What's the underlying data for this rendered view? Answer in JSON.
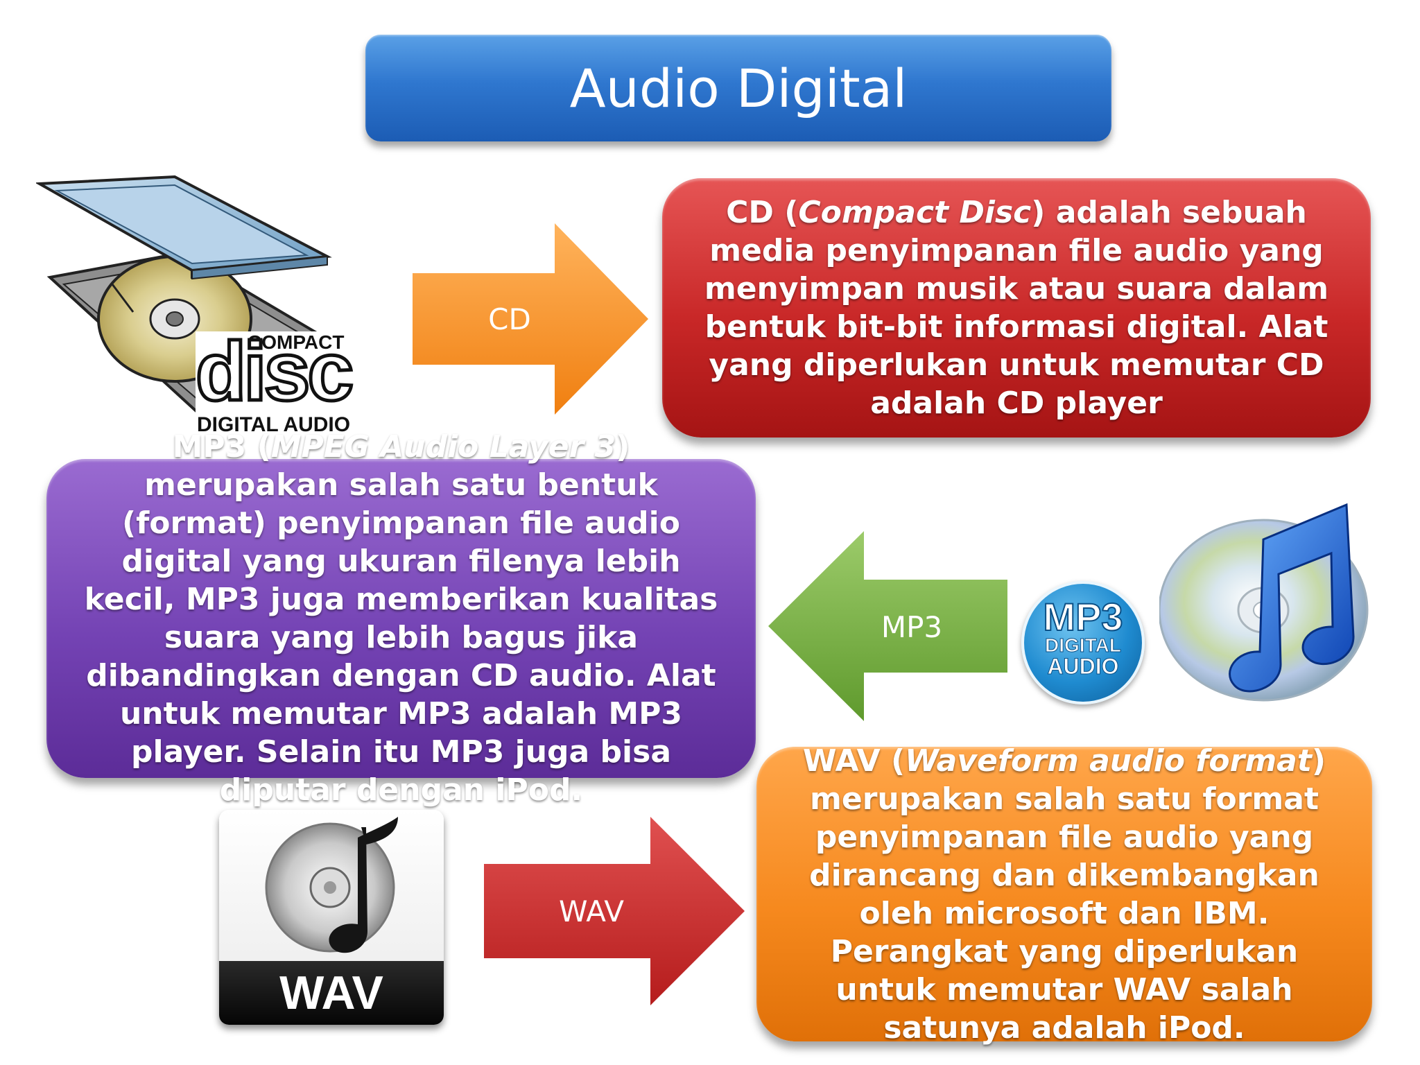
{
  "title": "Audio Digital",
  "cd": {
    "arrow_label": "CD",
    "desc_part1": "CD (",
    "desc_italic": "Compact Disc",
    "desc_part2": ") adalah sebuah media penyimpanan file audio yang menyimpan musik atau suara dalam bentuk bit-bit informasi digital. Alat yang diperlukan untuk memutar CD adalah CD player",
    "logo_top": "COMPACT",
    "logo_main": "disc",
    "logo_bottom": "DIGITAL AUDIO",
    "icon": "compact-disc-case-icon"
  },
  "mp3": {
    "arrow_label": "MP3",
    "desc_part1": "MP3 (",
    "desc_italic": "MPEG Audio Layer 3",
    "desc_part2": ") merupakan salah satu bentuk (format) penyimpanan file audio digital yang ukuran filenya lebih kecil, MP3 juga memberikan kualitas suara yang lebih bagus jika dibandingkan dengan CD audio. Alat untuk memutar MP3 adalah MP3 player. Selain itu MP3 juga bisa diputar dengan iPod.",
    "badge_line1": "MP3",
    "badge_line2": "DIGITAL",
    "badge_line3": "AUDIO",
    "icon": "itunes-music-note-icon"
  },
  "wav": {
    "arrow_label": "WAV",
    "desc_part1": "WAV (",
    "desc_italic": "Waveform audio format",
    "desc_part2": ") merupakan salah satu format penyimpanan file audio yang dirancang dan dikembangkan oleh microsoft dan IBM. Perangkat yang diperlukan untuk memutar WAV salah satunya adalah iPod.",
    "file_label": "WAV",
    "icon": "wav-file-icon"
  },
  "colors": {
    "title_blue": "#2f77cf",
    "cd_red": "#c82727",
    "mp3_purple": "#7443b4",
    "wav_orange": "#f6891e",
    "arrow_orange": "#f7941d",
    "arrow_green": "#7ab648",
    "arrow_red": "#cc2b2b"
  }
}
